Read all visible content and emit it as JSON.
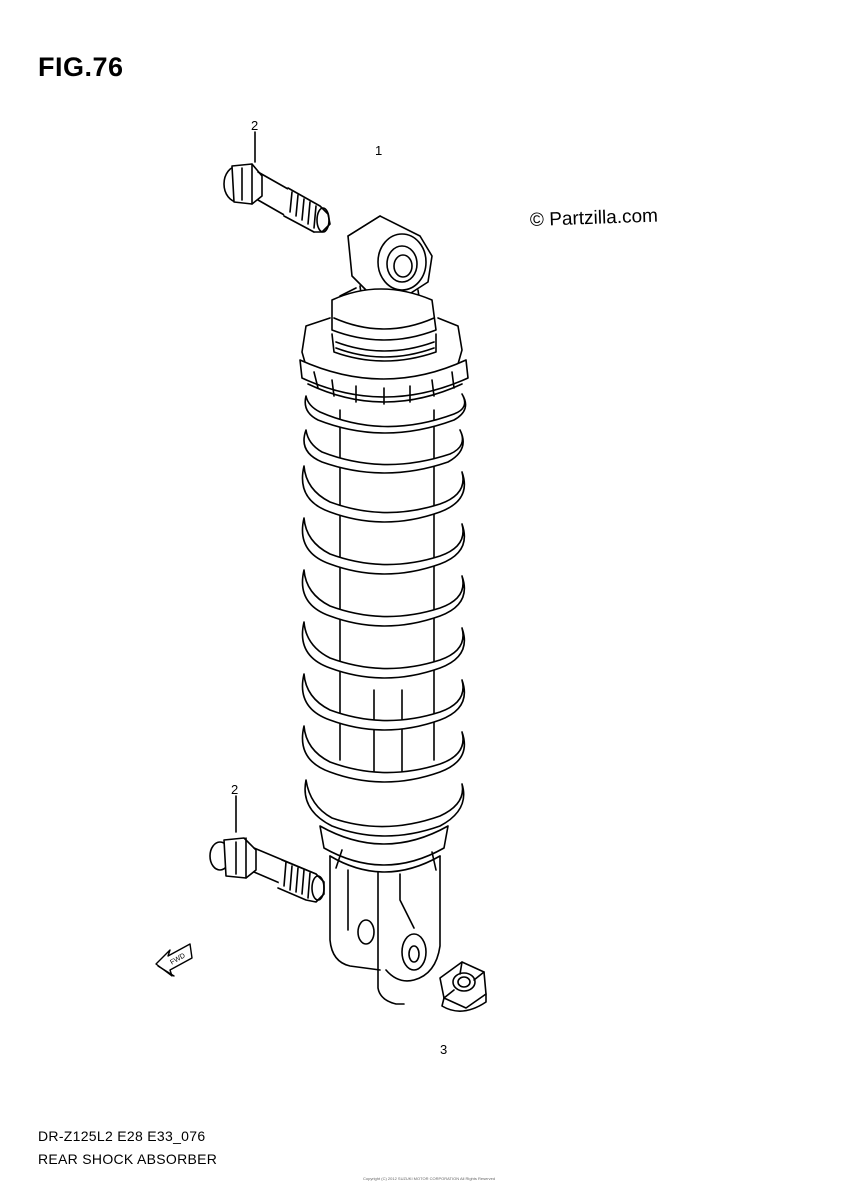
{
  "figure": {
    "title": "FIG.76"
  },
  "watermark": {
    "text": "© Partzilla.com"
  },
  "callouts": [
    {
      "id": "bolt-top",
      "label": "2"
    },
    {
      "id": "shock-absorber",
      "label": "1"
    },
    {
      "id": "bolt-bottom",
      "label": "2"
    },
    {
      "id": "nut",
      "label": "3"
    }
  ],
  "footer": {
    "model_code": "DR-Z125L2 E28 E33_076",
    "part_name": "REAR SHOCK ABSORBER",
    "tiny_print": "Copyright (C) 2012 SUZUKI MOTOR CORPORATION All Rights Reserved"
  },
  "direction_arrow": {
    "label": "FWD"
  },
  "colors": {
    "line": "#000000",
    "background": "#ffffff"
  }
}
